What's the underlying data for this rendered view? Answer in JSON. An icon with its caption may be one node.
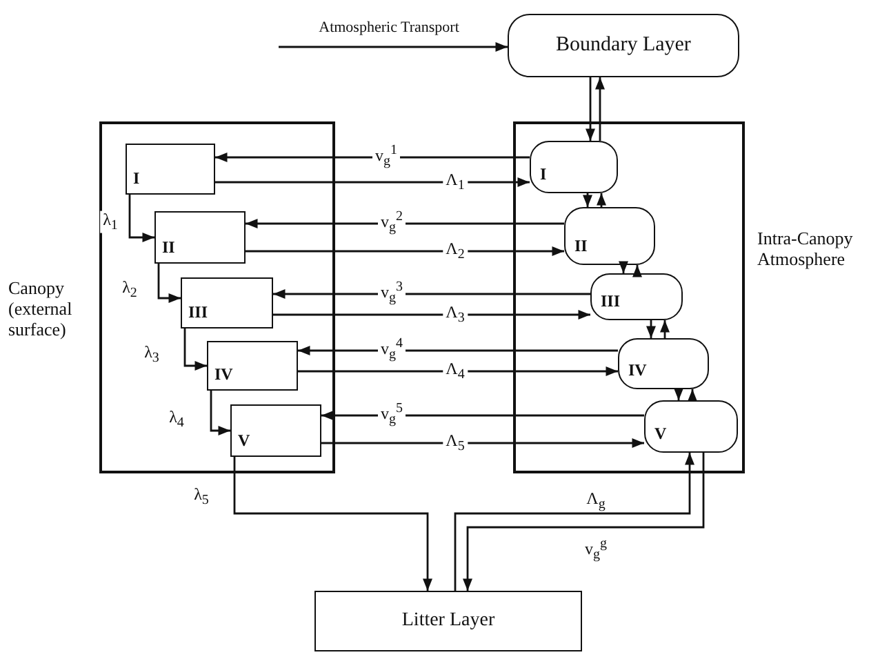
{
  "diagram": {
    "nodes": [
      {
        "text": [
          "Boundary Layer"
        ]
      },
      {
        "text": [
          "Canopy (external surface)"
        ]
      },
      {
        "text": [
          "I"
        ],
        "in": 1
      },
      {
        "text": [
          "II"
        ],
        "in": 1
      },
      {
        "text": [
          "III"
        ],
        "in": 1
      },
      {
        "text": [
          "IV"
        ],
        "in": 1
      },
      {
        "text": [
          "V"
        ],
        "in": 1
      },
      {
        "text": [
          "Intra-Canopy Atmosphere"
        ]
      },
      {
        "text": [
          "I"
        ],
        "in": 7
      },
      {
        "text": [
          "II"
        ],
        "in": 7
      },
      {
        "text": [
          "III"
        ],
        "in": 7
      },
      {
        "text": [
          "IV"
        ],
        "in": 7
      },
      {
        "text": [
          "V"
        ],
        "in": 7
      },
      {
        "text": [
          "Litter Layer"
        ]
      }
    ],
    "edges": [
      {
        "from": null,
        "to": 0,
        "arrow": "to",
        "label": "Atmospheric Transport"
      },
      {
        "from": 0,
        "to": 8,
        "arrow": "to"
      },
      {
        "from": 8,
        "to": 0,
        "arrow": "to"
      },
      {
        "from": 8,
        "to": 2,
        "arrow": "to",
        "label": "v$_{g}$$^{1}$"
      },
      {
        "from": 2,
        "to": 8,
        "arrow": "to",
        "label": "Λ$_{1}$"
      },
      {
        "from": 2,
        "to": 3,
        "arrow": "to",
        "label": "λ$_{1}$"
      },
      {
        "from": 8,
        "to": 9,
        "arrow": "to"
      },
      {
        "from": 9,
        "to": 8,
        "arrow": "to"
      },
      {
        "from": 9,
        "to": 3,
        "arrow": "to",
        "label": "v$_{g}$$^{2}$"
      },
      {
        "from": 3,
        "to": 9,
        "arrow": "to",
        "label": "Λ$_{2}$"
      },
      {
        "from": 3,
        "to": 4,
        "arrow": "to",
        "label": "λ$_{2}$"
      },
      {
        "from": 9,
        "to": 10,
        "arrow": "to"
      },
      {
        "from": 10,
        "to": 9,
        "arrow": "to"
      },
      {
        "from": 10,
        "to": 4,
        "arrow": "to",
        "label": "v$_{g}$$^{3}$"
      },
      {
        "from": 4,
        "to": 10,
        "arrow": "to",
        "label": "Λ$_{3}$"
      },
      {
        "from": 4,
        "to": 5,
        "arrow": "to",
        "label": "λ$_{3}$"
      },
      {
        "from": 10,
        "to": 11,
        "arrow": "to"
      },
      {
        "from": 11,
        "to": 10,
        "arrow": "to"
      },
      {
        "from": 11,
        "to": 5,
        "arrow": "to",
        "label": "v$_{g}$$^{4}$"
      },
      {
        "from": 5,
        "to": 11,
        "arrow": "to",
        "label": "Λ$_{4}$"
      },
      {
        "from": 5,
        "to": 6,
        "arrow": "to",
        "label": "λ$_{4}$"
      },
      {
        "from": 11,
        "to": 12,
        "arrow": "to"
      },
      {
        "from": 12,
        "to": 11,
        "arrow": "to"
      },
      {
        "from": 12,
        "to": 6,
        "arrow": "to",
        "label": "v$_{g}$$^{5}$"
      },
      {
        "from": 6,
        "to": 12,
        "arrow": "to",
        "label": "Λ$_{5}$"
      },
      {
        "from": 6,
        "to": 13,
        "arrow": "to",
        "label": "λ$_{5}$"
      },
      {
        "from": 13,
        "to": 12,
        "arrow": "to",
        "label": "Λ$_{g}$"
      },
      {
        "from": 12,
        "to": 13,
        "arrow": "to",
        "label": "v$_{g}$$^{g}$"
      }
    ]
  }
}
